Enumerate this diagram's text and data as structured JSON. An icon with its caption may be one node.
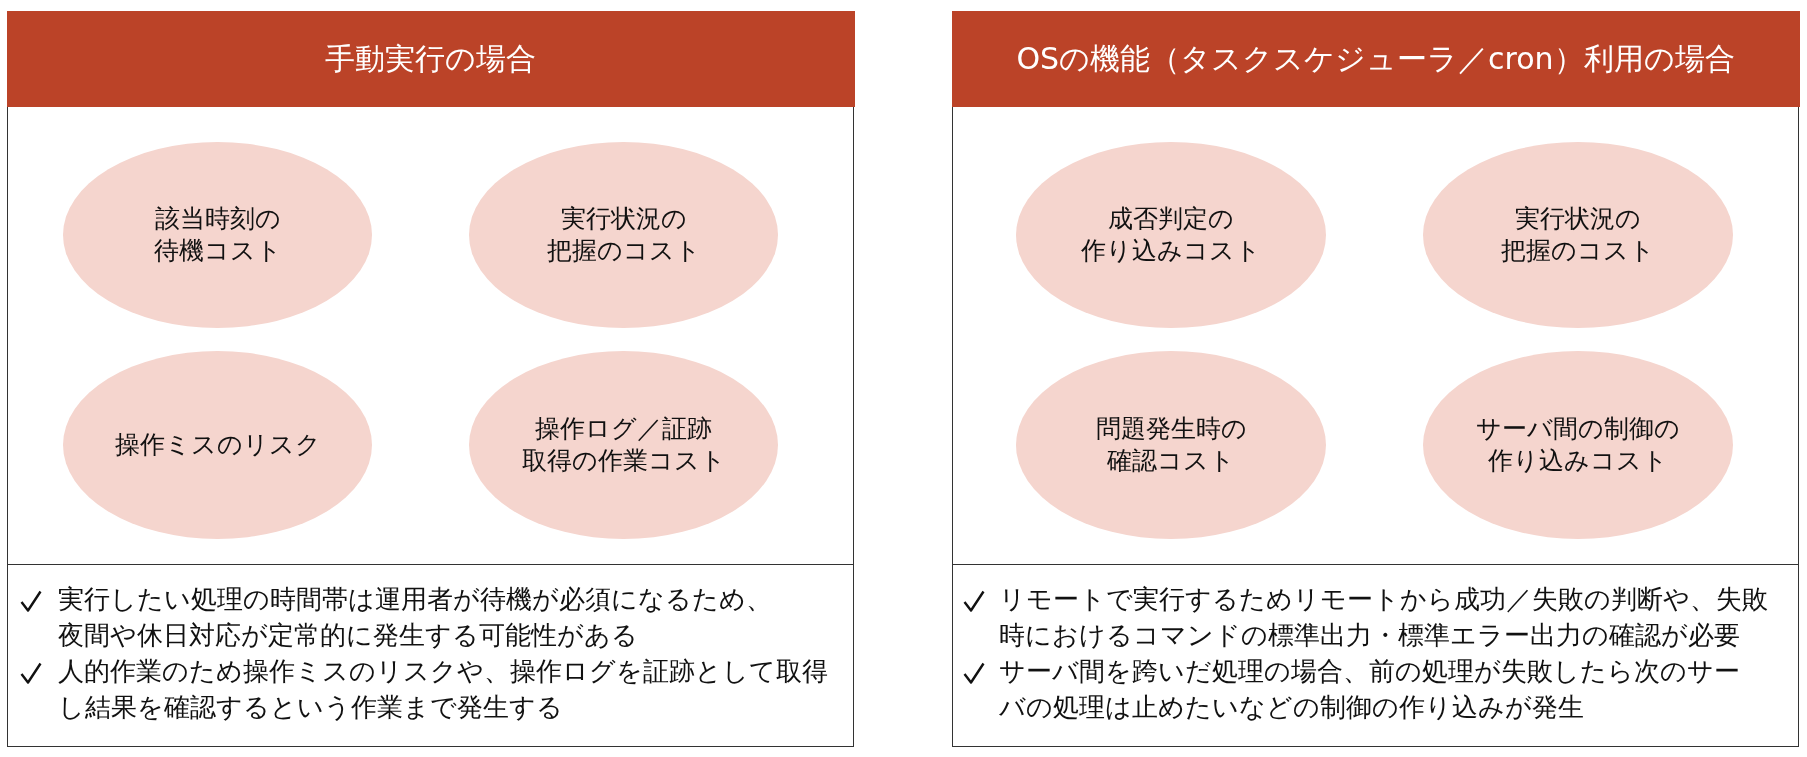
{
  "diagram": {
    "nodes": [
      {
        "text": [
          "手動実行の場合"
        ]
      },
      {
        "text": [
          "該当時刻の待機コスト"
        ],
        "in": 0
      },
      {
        "text": [
          "実行状況の把握のコスト"
        ],
        "in": 0
      },
      {
        "text": [
          "操作ミスのリスク"
        ],
        "in": 0
      },
      {
        "text": [
          "操作ログ／証跡取得の作業コスト"
        ],
        "in": 0
      },
      {
        "text": [
          "実行したい処理の時間帯は運用者が待機が必須になるため、夜間や休日対応が定常的に発生する可能性がある",
          "人的作業のため操作ミスのリスクや、操作ログを証跡として取得し結果を確認するという作業まで発生する"
        ],
        "in": 0
      },
      {
        "text": [
          "OSの機能（タスクスケジューラ／cron）利用の場合"
        ]
      },
      {
        "text": [
          "成否判定の作り込みコスト"
        ],
        "in": 6
      },
      {
        "text": [
          "実行状況の把握のコスト"
        ],
        "in": 6
      },
      {
        "text": [
          "問題発生時の確認コスト"
        ],
        "in": 6
      },
      {
        "text": [
          "サーバ間の制御の作り込みコスト"
        ],
        "in": 6
      },
      {
        "text": [
          "リモートで実行するためリモートから成功／失敗の判断や、失敗時におけるコマンドの標準出力・標準エラー出力の確認が必要",
          "サーバ間を跨いだ処理の場合、前の処理が失敗したら次のサーバの処理は止めたいなどの制御の作り込みが発生"
        ],
        "in": 6
      }
    ]
  }
}
